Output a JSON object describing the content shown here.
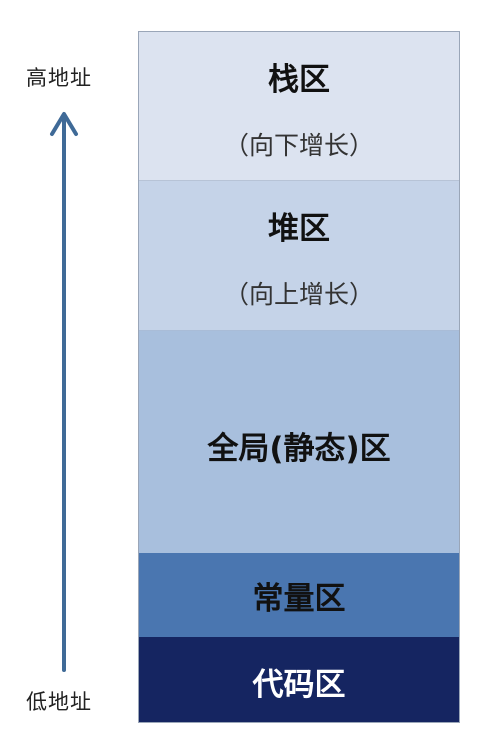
{
  "labels": {
    "high": "高地址",
    "low": "低地址"
  },
  "regions": {
    "stack": {
      "name": "栈区",
      "note": "（向下增长）"
    },
    "heap": {
      "name": "堆区",
      "note": "（向上增长）"
    },
    "global": {
      "name": "全局(静态)区"
    },
    "const": {
      "name": "常量区"
    },
    "code": {
      "name": "代码区"
    }
  },
  "colors": {
    "arrow": "#3f6a97",
    "stack": "#dce3f0",
    "heap": "#c5d3e8",
    "global": "#a8bfdd",
    "const": "#4a76b0",
    "code": "#152561"
  }
}
